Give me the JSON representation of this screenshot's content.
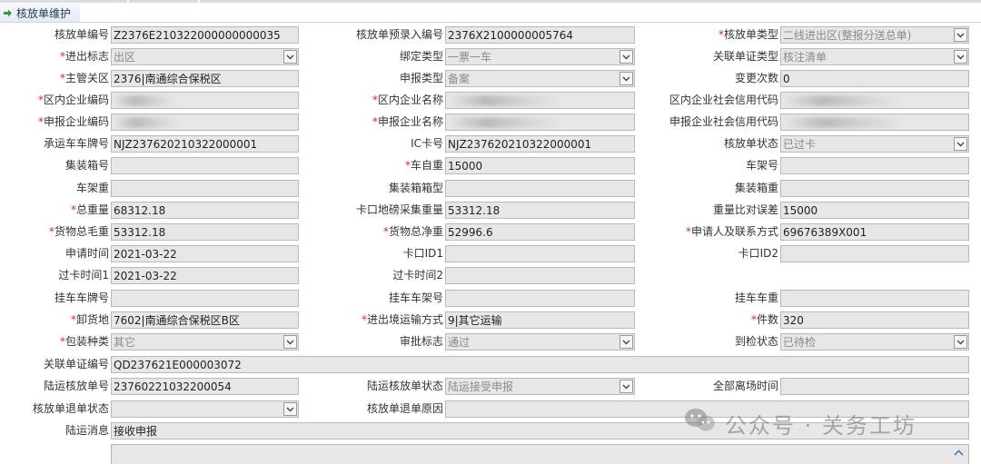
{
  "tab": {
    "title": "核放单维护",
    "icon": "arrow-right-icon"
  },
  "form": {
    "l_pass_no": "核放单编号",
    "v_pass_no": "Z2376E210322000000000035",
    "l_pre_no": "核放单预录入编号",
    "v_pre_no": "2376X2100000005764",
    "l_pass_type": "核放单类型",
    "v_pass_type": "二线进出区(整报分送总单)",
    "l_io_flag": "进出标志",
    "v_io_flag": "出区",
    "l_bind_type": "绑定类型",
    "v_bind_type": "一票一车",
    "l_rel_type": "关联单证类型",
    "v_rel_type": "核注清单",
    "l_customs": "主管关区",
    "v_customs": "2376|南通综合保税区",
    "l_decl_type": "申报类型",
    "v_decl_type": "备案",
    "l_chg_times": "变更次数",
    "v_chg_times": "0",
    "l_in_code": "区内企业编码",
    "l_in_name": "区内企业名称",
    "l_in_credit": "区内企业社会信用代码",
    "l_dcl_code": "申报企业编码",
    "l_dcl_name": "申报企业名称",
    "l_dcl_credit": "申报企业社会信用代码",
    "l_plate": "承运车车牌号",
    "v_plate": "NJZ237620210322000001",
    "l_ic": "IC卡号",
    "v_ic": "NJZ237620210322000001",
    "l_status": "核放单状态",
    "v_status": "已过卡",
    "l_container_no": "集装箱号",
    "l_self_wt": "车自重",
    "v_self_wt": "15000",
    "l_frame_no": "车架号",
    "l_frame_wt": "车架重",
    "l_ctn_type": "集装箱箱型",
    "l_ctn_wt": "集装箱重",
    "l_total_wt": "总重量",
    "v_total_wt": "68312.18",
    "l_gate_wt": "卡口地磅采集重量",
    "v_gate_wt": "53312.18",
    "l_wt_diff": "重量比对误差",
    "v_wt_diff": "15000",
    "l_gross": "货物总毛重",
    "v_gross": "53312.18",
    "l_net": "货物总净重",
    "v_net": "52996.6",
    "l_applicant": "申请人及联系方式",
    "v_applicant": "69676389X001",
    "l_apply_time": "申请时间",
    "v_apply_time": "2021-03-22",
    "l_gate1": "卡口ID1",
    "l_gate2": "卡口ID2",
    "l_pass_time1": "过卡时间1",
    "v_pass_time1": "2021-03-22",
    "l_pass_time2": "过卡时间2",
    "l_trailer_plate": "挂车车牌号",
    "l_trailer_frame": "挂车车架号",
    "l_trailer_wt": "挂车车重",
    "l_unload": "卸货地",
    "v_unload": "7602|南通综合保税区B区",
    "l_transport": "进出境运输方式",
    "v_transport": "9|其它运输",
    "l_pieces": "件数",
    "v_pieces": "320",
    "l_pack": "包装种类",
    "v_pack": "其它",
    "l_approve": "审批标志",
    "v_approve": "通过",
    "l_inspect": "到检状态",
    "v_inspect": "已待检",
    "l_rel_no": "关联单证编号",
    "v_rel_no": "QD237621E000003072",
    "l_land_no": "陆运核放单号",
    "v_land_no": "23760221032200054",
    "l_land_status": "陆运核放单状态",
    "v_land_status": "陆运接受申报",
    "l_leave_time": "全部离场时间",
    "l_ret_status": "核放单退单状态",
    "l_ret_reason": "核放单退单原因",
    "l_land_msg": "陆运消息",
    "v_land_msg": "接收申报"
  },
  "watermark": {
    "text": "公众号 · 关务工坊",
    "icon": "wechat-icon"
  },
  "colors": {
    "required": "#e0251b",
    "field_bg": "#e7e7e7",
    "field_border": "#b9b9b9"
  }
}
